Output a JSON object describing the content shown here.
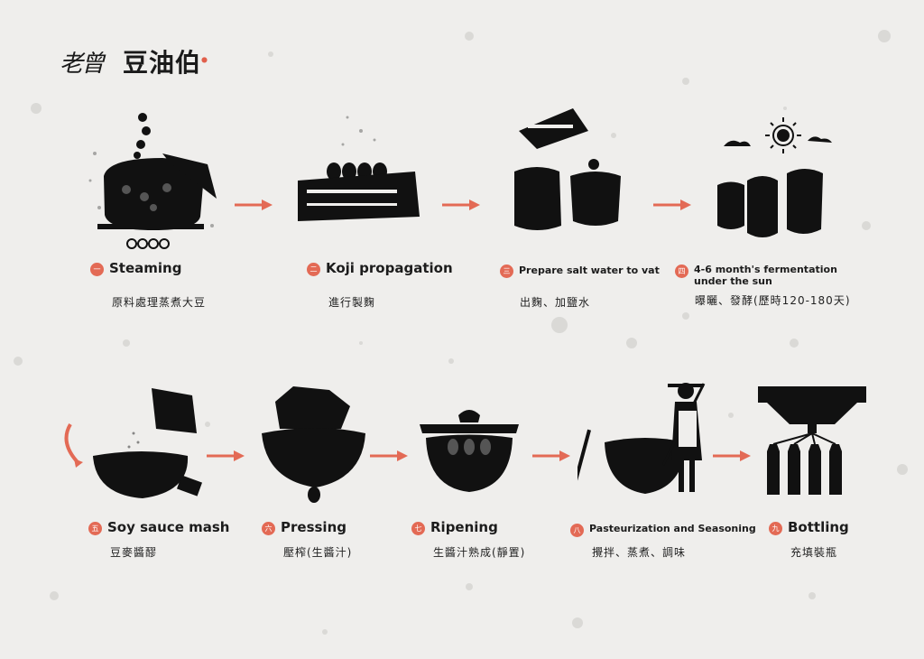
{
  "brand": {
    "logo_script": "老曾",
    "logo_name": "豆油伯"
  },
  "colors": {
    "accent": "#e36a55",
    "ink": "#1a1a1a",
    "paper": "#efeeec"
  },
  "steps": [
    {
      "num": "一",
      "en": "Steaming",
      "zh": "原料處理蒸煮大豆",
      "icon": "steaming-pot-icon"
    },
    {
      "num": "二",
      "en": "Koji propagation",
      "zh": "進行製麴",
      "icon": "koji-tray-icon"
    },
    {
      "num": "三",
      "en": "Prepare salt water to vat",
      "zh": "出麴、加鹽水",
      "icon": "vats-icon"
    },
    {
      "num": "四",
      "en": "4-6 month's fermentation under the sun",
      "zh": "曝曬、發酵(歷時120-180天)",
      "icon": "sun-jars-icon"
    },
    {
      "num": "五",
      "en": "Soy sauce mash",
      "zh": "豆麥醬醪",
      "icon": "mash-bowl-icon"
    },
    {
      "num": "六",
      "en": "Pressing",
      "zh": "壓榨(生醬汁)",
      "icon": "pressing-bowl-icon"
    },
    {
      "num": "七",
      "en": "Ripening",
      "zh": "生醬汁熟成(靜置)",
      "icon": "ripening-pot-icon"
    },
    {
      "num": "八",
      "en": "Pasteurization and Seasoning",
      "zh": "攪拌、蒸煮、調味",
      "icon": "stirring-chef-icon"
    },
    {
      "num": "九",
      "en": "Bottling",
      "zh": "充填裝瓶",
      "icon": "bottling-machine-icon"
    }
  ]
}
